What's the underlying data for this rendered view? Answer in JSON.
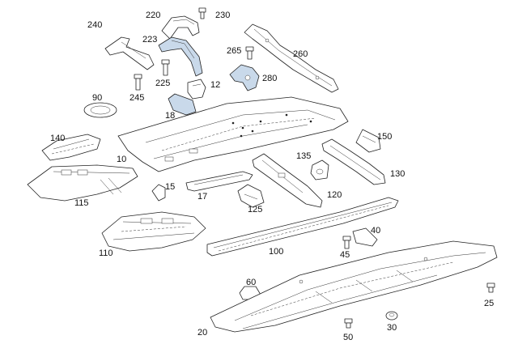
{
  "labels": {
    "l20": "20",
    "l25": "25",
    "l30": "30",
    "l40": "40",
    "l45": "45",
    "l50": "50",
    "l60": "60",
    "l90": "90",
    "l10": "10",
    "l100": "100",
    "l110": "110",
    "l115": "115",
    "l120": "120",
    "l125": "125",
    "l130": "130",
    "l135": "135",
    "l140": "140",
    "l150": "150",
    "l12": "12",
    "l15": "15",
    "l17": "17",
    "l18": "18",
    "l220": "220",
    "l223": "223",
    "l225": "225",
    "l230": "230",
    "l240": "240",
    "l245": "245",
    "l260": "260",
    "l265": "265",
    "l280": "280"
  },
  "colors": {
    "highlight": "#c9d9ea",
    "line": "#222222",
    "background": "#ffffff"
  }
}
